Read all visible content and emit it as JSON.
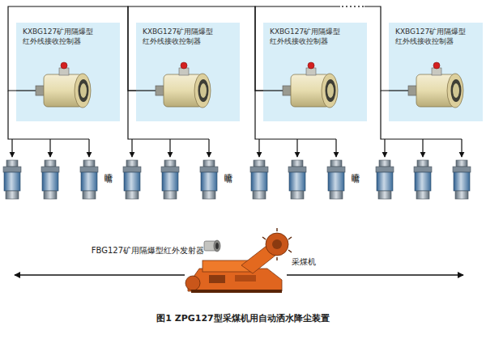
{
  "diagram": {
    "caption": "图1 ZPG127型采煤机用自动洒水降尘装置",
    "nodes": [
      {
        "text": [
          "KXBG127矿用隔爆型 红外线接收控制器"
        ]
      },
      {
        "text": [
          "KXBG127矿用隔爆型 红外线接收控制器"
        ]
      },
      {
        "text": [
          "KXBG127矿用隔爆型 红外线接收控制器"
        ]
      },
      {
        "text": [
          "KXBG127矿用隔爆型 红外线接收控制器"
        ]
      }
    ],
    "edges": [
      {
        "from": 0,
        "to": 1,
        "arrow": "none"
      },
      {
        "from": 1,
        "to": 2,
        "arrow": "none"
      },
      {
        "from": 2,
        "to": 3,
        "arrow": "none"
      }
    ],
    "labels": [
      "喷嘴",
      "喷嘴",
      "喷嘴",
      "FBG127矿用隔爆型红外发射器",
      "采煤机"
    ]
  }
}
